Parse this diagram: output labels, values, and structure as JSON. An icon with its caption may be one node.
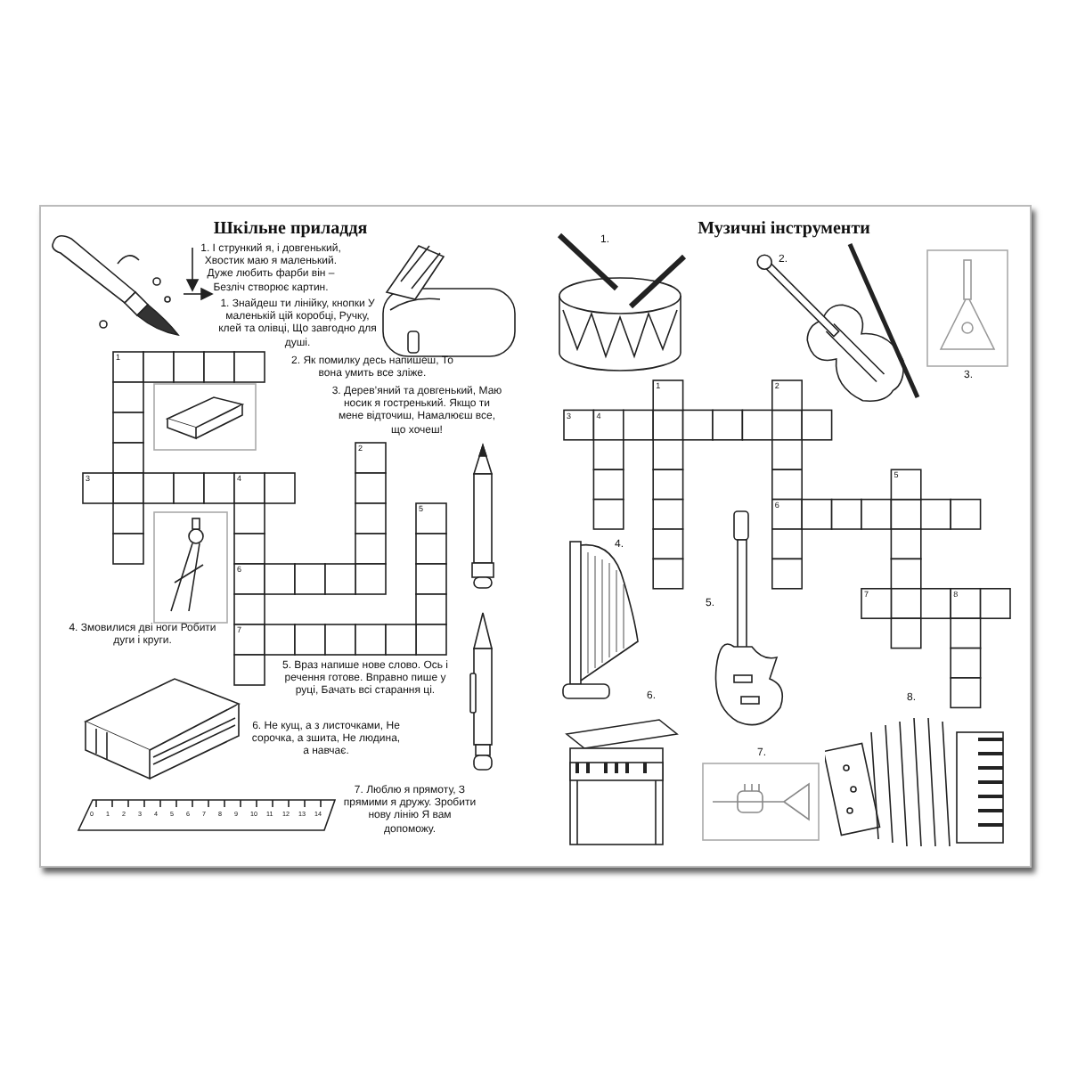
{
  "diagram": {
    "labels": [
      "Шкільне приладдя",
      "1. І стрункий я, і довгенький, Хвостик маю я маленький. Дуже любить фарби він – Безліч створює картин.",
      "1. Знайдеш ти лінійку, кнопки У маленькій цій коробці, Ручку, клей та олівці, Що завгодно для душі.",
      "2. Як помилку десь напишеш, То вона умить все зліже.",
      "3. Дерев’яний та довгенький, Маю носик я гостренький. Якщо ти мене відточиш, Намалюєш все, що хочеш!",
      "1",
      "2",
      "3",
      "4",
      "5",
      "6",
      "7",
      "4. Змовилися дві ноги Робити дуги і круги.",
      "5. Враз напише нове слово. Ось і речення готове. Вправно пише у руці, Бачать всі старання ці.",
      "6. Не кущ, а з листочками, Не сорочка, а зшита, Не людина, а навчає.",
      "7. Люблю я прямоту, З прямими я дружу. Зробити нову лінію Я вам допоможу.",
      "0",
      "1",
      "2",
      "3",
      "4",
      "5",
      "6",
      "7",
      "8",
      "9",
      "10",
      "11",
      "12",
      "13",
      "14",
      "Музичні інструменти",
      "1.",
      "2.",
      "3.",
      "1",
      "2",
      "3",
      "4",
      "5",
      "6",
      "7",
      "8",
      "4.",
      "5.",
      "6.",
      "7.",
      "8."
    ]
  }
}
